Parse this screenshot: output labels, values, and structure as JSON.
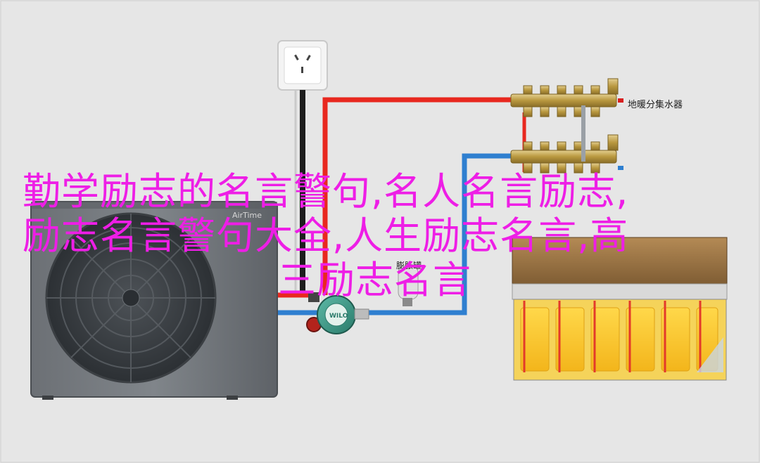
{
  "diagram": {
    "manifold_label": "地暖分集水器",
    "tank_label": "膨胀罐",
    "unit_brand": "AirTime",
    "pump_brand": "WILO"
  },
  "overlay": {
    "line1": "勤学励志的名言警句,名人名言励志,",
    "line2": "励志名言警句大全,人生励志名言,高",
    "line3": "三励志名言"
  },
  "colors": {
    "hot_pipe": "#e8281f",
    "cold_pipe": "#2f7fd0",
    "overlay_text": "#ee1ee6",
    "background": "#e6e6e6"
  }
}
